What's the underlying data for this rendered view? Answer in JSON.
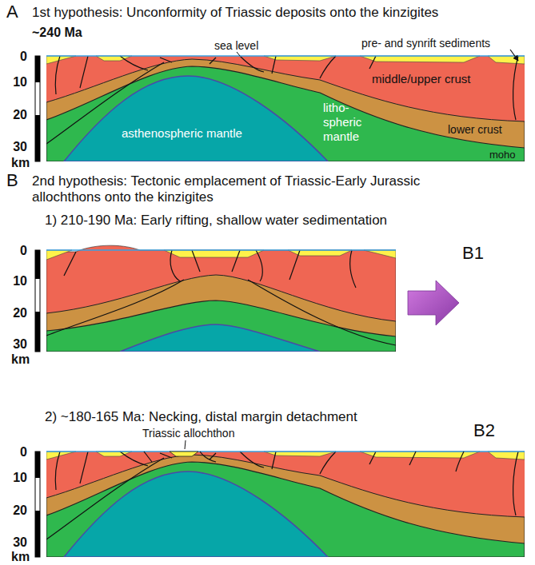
{
  "diagram": {
    "labels": [
      "A",
      "1st hypothesis: Unconformity of Triassic deposits onto the kinzigites",
      "~240 Ma",
      "sea level",
      "pre- and synrift sediments",
      "0",
      "10",
      "20",
      "30",
      "km",
      "asthenospheric mantle",
      "litho- spheric mantle",
      "middle/upper crust",
      "lower crust",
      "moho",
      "B",
      "2nd hypothesis: Tectonic emplacement of Triassic-Early Jurassic allochthons onto the kinzigites",
      "1) 210-190 Ma: Early rifting, shallow water sedimentation",
      "0",
      "10",
      "20",
      "30",
      "km",
      "B1",
      "2) ~180-165 Ma: Necking, distal margin detachment",
      "Triassic allochthon",
      "0",
      "10",
      "20",
      "30",
      "km",
      "B2"
    ]
  }
}
